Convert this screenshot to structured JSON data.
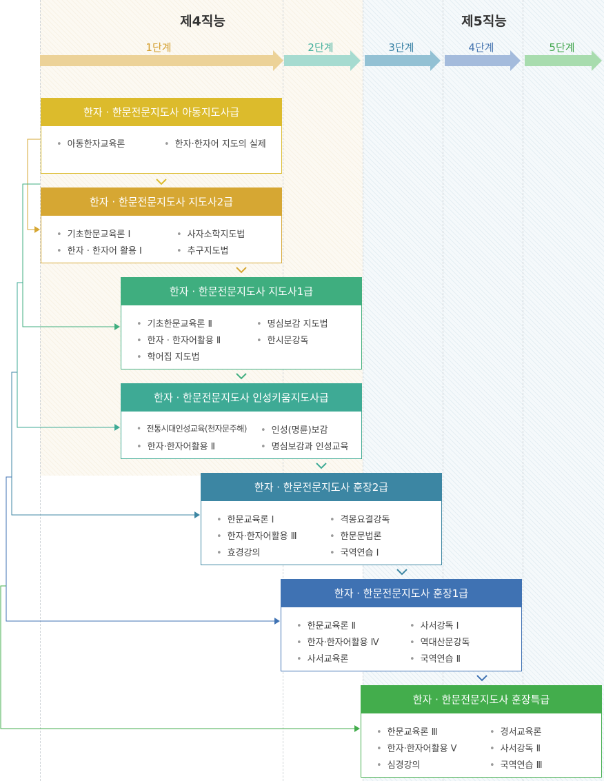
{
  "levels": {
    "level4": "제4직능",
    "level5": "제5직능"
  },
  "stages": [
    "1단계",
    "2단계",
    "3단계",
    "4단계",
    "5단계"
  ],
  "stage_colors": [
    "#ecd298",
    "#a6dbd0",
    "#93c1d4",
    "#a4bbdc",
    "#a8dcae"
  ],
  "stage_text_colors": [
    "#d39e2c",
    "#3fae9a",
    "#3a82a6",
    "#4a78b2",
    "#3fa54b"
  ],
  "boxes": [
    {
      "title": "한자 · 한문전문지도사 아동지도사급",
      "color": "#dcbb2c",
      "col1": [
        "아동한자교육론"
      ],
      "col2": [
        "한자·한자어 지도의 실제"
      ]
    },
    {
      "title": "한자 · 한문전문지도사 지도사2급",
      "color": "#d6a733",
      "col1": [
        "기초한문교육론 Ⅰ",
        "한자 · 한자어 활용 Ⅰ"
      ],
      "col2": [
        "사자소학지도법",
        "추구지도법"
      ]
    },
    {
      "title": "한자 · 한문전문지도사 지도사1급",
      "color": "#3fae7f",
      "col1": [
        "기초한문교육론 Ⅱ",
        "한자 · 한자어활용 Ⅱ",
        "학어집 지도법"
      ],
      "col2": [
        "명심보감 지도법",
        "한시문강독"
      ]
    },
    {
      "title": "한자 · 한문전문지도사 인성키움지도사급",
      "color": "#3eaa95",
      "col1": [
        "전통시대인성교육(천자문주해)",
        "한자·한자어활용 Ⅱ"
      ],
      "col2": [
        "인성(명륜)보감",
        "명심보감과 인성교육"
      ]
    },
    {
      "title": "한자 · 한문전문지도사 훈장2급",
      "color": "#3c86a3",
      "col1": [
        "한문교육론 Ⅰ",
        "한자·한자어활용 Ⅲ",
        "효경강의"
      ],
      "col2": [
        "격몽요결강독",
        "한문문법론",
        "국역연습 Ⅰ"
      ]
    },
    {
      "title": "한자 · 한문전문지도사 훈장1급",
      "color": "#3f72b3",
      "col1": [
        "한문교육론 Ⅱ",
        "한자·한자어활용 Ⅳ",
        "사서교육론"
      ],
      "col2": [
        "사서강독 Ⅰ",
        "역대산문강독",
        "국역연습 Ⅱ"
      ]
    },
    {
      "title": "한자 · 한문전문지도사 훈장특급",
      "color": "#43ad4c",
      "col1": [
        "한문교육론 Ⅲ",
        "한자·한자어활용 Ⅴ",
        "심경강의"
      ],
      "col2": [
        "경서교육론",
        "사서강독 Ⅱ",
        "국역연습 Ⅲ"
      ]
    }
  ]
}
